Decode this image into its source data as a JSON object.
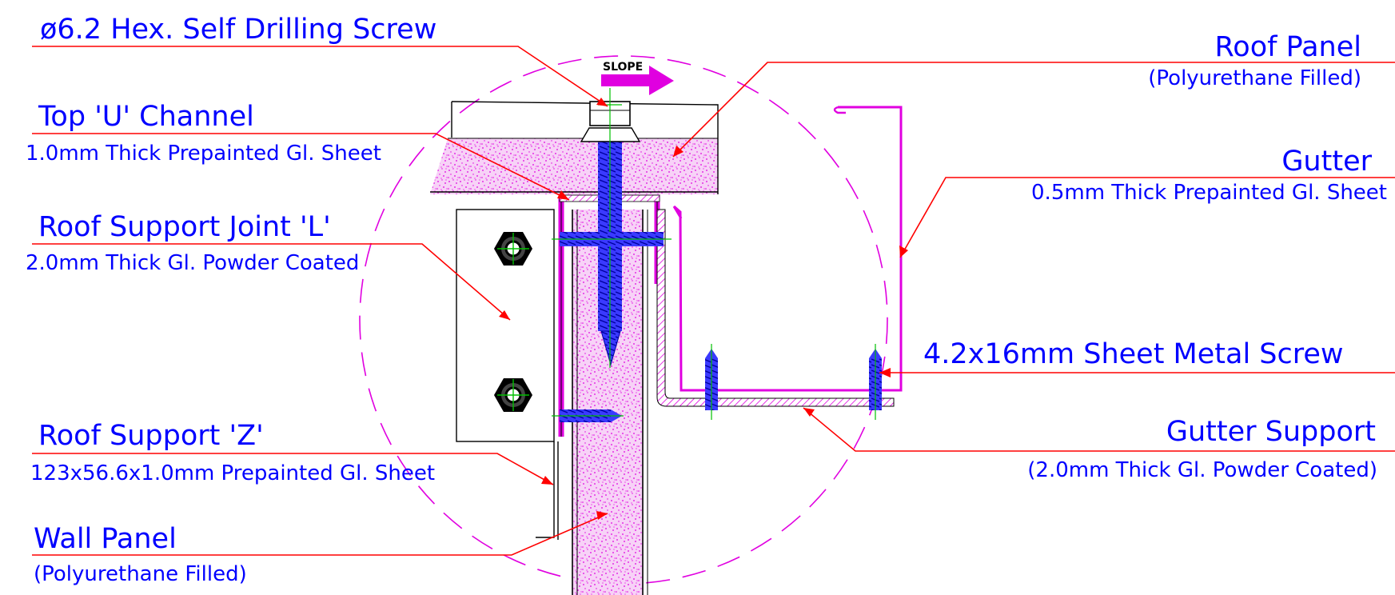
{
  "slope_label": "SLOPE",
  "labels": {
    "screw": {
      "main": "ø6.2  Hex.  Self  Drilling  Screw",
      "sub": ""
    },
    "u_channel": {
      "main": "Top  'U'  Channel",
      "sub": "1.0mm  Thick  Prepainted  Gl.  Sheet"
    },
    "support_l": {
      "main": "Roof  Support  Joint  'L'",
      "sub": "2.0mm  Thick  Gl.  Powder  Coated"
    },
    "support_z": {
      "main": "Roof  Support  'Z'",
      "sub": "123x56.6x1.0mm  Prepainted  Gl.  Sheet"
    },
    "wall_panel": {
      "main": "Wall  Panel",
      "sub": "(Polyurethane  Filled)"
    },
    "roof_panel": {
      "main": "Roof  Panel",
      "sub": "(Polyurethane  Filled)"
    },
    "gutter": {
      "main": "Gutter",
      "sub": "0.5mm  Thick  Prepainted  Gl.  Sheet"
    },
    "sheet_screw": {
      "main": "4.2x16mm  Sheet  Metal  Screw",
      "sub": ""
    },
    "gutter_support": {
      "main": "Gutter  Support",
      "sub": "(2.0mm  Thick  Gl.  Powder  Coated)"
    }
  },
  "colors": {
    "text": "#0000ff",
    "leader": "#ff0000",
    "fill": "#e000e0",
    "screw": "#2020ff",
    "centerline": "#00c000",
    "outline": "#000000"
  }
}
